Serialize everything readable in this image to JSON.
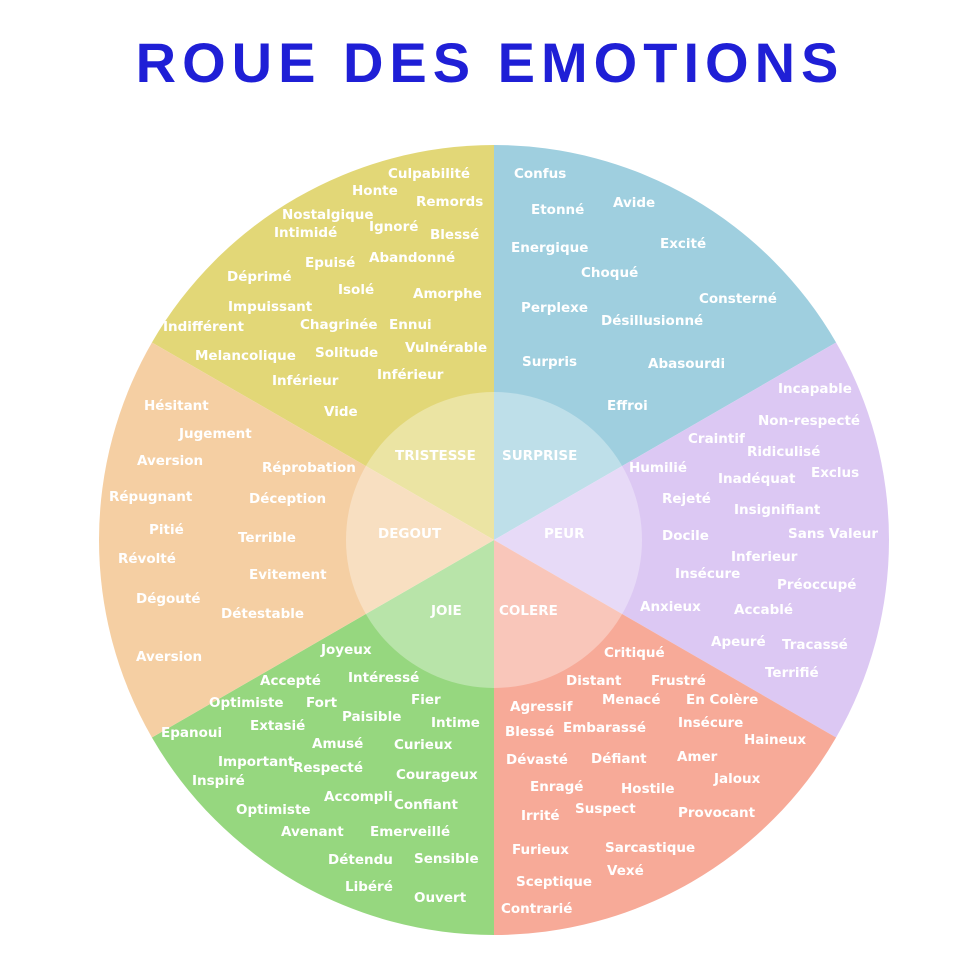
{
  "title": "ROUE DES EMOTIONS",
  "sectors": [
    {
      "id": "tristesse",
      "core": "TRISTESSE",
      "color": "#e2d777",
      "words": [
        "Culpabilité",
        "Honte",
        "Remords",
        "Nostalgique",
        "Ignoré",
        "Intimidé",
        "Blessé",
        "Abandonné",
        "Epuisé",
        "Déprimé",
        "Isolé",
        "Amorphe",
        "Impuissant",
        "Chagrinée",
        "Ennui",
        "Indifférent",
        "Solitude",
        "Vulnérable",
        "Melancolique",
        "Inférieur",
        "Inférieur",
        "Vide"
      ]
    },
    {
      "id": "surprise",
      "core": "SURPRISE",
      "color": "#9fcfdf",
      "words": [
        "Confus",
        "Etonné",
        "Avide",
        "Excité",
        "Energique",
        "Choqué",
        "Consterné",
        "Perplexe",
        "Désillusionné",
        "Surpris",
        "Abasourdi",
        "Effroi"
      ]
    },
    {
      "id": "peur",
      "core": "PEUR",
      "color": "#dcc8f3",
      "words": [
        "Incapable",
        "Non-respecté",
        "Craintif",
        "Ridiculisé",
        "Humilié",
        "Inadéquat",
        "Exclus",
        "Rejeté",
        "Insignifiant",
        "Docile",
        "Sans Valeur",
        "Inferieur",
        "Insécure",
        "Préoccupé",
        "Anxieux",
        "Accablé",
        "Apeuré",
        "Tracassé",
        "Terrifié"
      ]
    },
    {
      "id": "colere",
      "core": "COLERE",
      "color": "#f7aa98",
      "words": [
        "Critiqué",
        "Distant",
        "Frustré",
        "Agressif",
        "Menacé",
        "En Colère",
        "Blessé",
        "Embarassé",
        "Insécure",
        "Haineux",
        "Dévasté",
        "Défiant",
        "Amer",
        "Jaloux",
        "Enragé",
        "Hostile",
        "Irrité",
        "Suspect",
        "Provocant",
        "Furieux",
        "Sarcastique",
        "Vexé",
        "Sceptique",
        "Contrarié"
      ]
    },
    {
      "id": "joie",
      "core": "JOIE",
      "color": "#96d77f",
      "words": [
        "Joyeux",
        "Accepté",
        "Intéressé",
        "Optimiste",
        "Fort",
        "Fier",
        "Paisible",
        "Intime",
        "Extasié",
        "Amusé",
        "Curieux",
        "Important",
        "Respecté",
        "Inspiré",
        "Courageux",
        "Accompli",
        "Confiant",
        "Optimiste",
        "Avenant",
        "Emerveillé",
        "Détendu",
        "Sensible",
        "Libéré",
        "Ouvert",
        "Epanoui"
      ]
    },
    {
      "id": "degout",
      "core": "DEGOUT",
      "color": "#f5cfa3",
      "words": [
        "Hésitant",
        "Jugement",
        "Aversion",
        "Réprobation",
        "Répugnant",
        "Déception",
        "Pitié",
        "Terrible",
        "Révolté",
        "Evitement",
        "Dégouté",
        "Détestable",
        "Aversion"
      ]
    }
  ]
}
